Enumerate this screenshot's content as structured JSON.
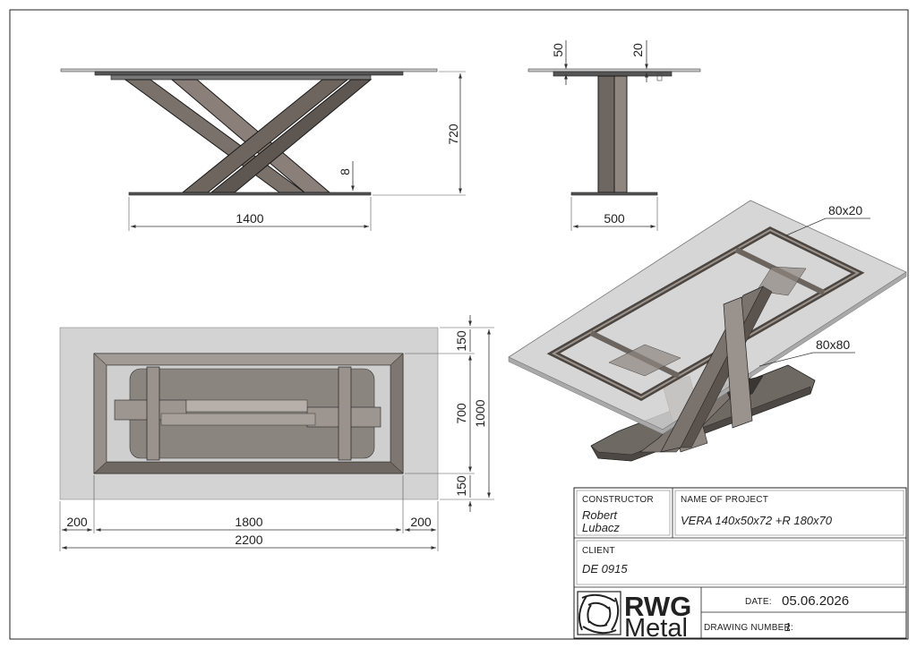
{
  "dimensions": {
    "front_height": "720",
    "front_foot": "8",
    "front_width": "1400",
    "side_top_left": "50",
    "side_top_right": "20",
    "side_width": "500",
    "plan_150_top": "150",
    "plan_700": "700",
    "plan_1000": "1000",
    "plan_150_bottom": "150",
    "plan_200_left": "200",
    "plan_1800": "1800",
    "plan_200_right": "200",
    "plan_2200": "2200",
    "iso_frame": "80x20",
    "iso_leg": "80x80"
  },
  "title_block": {
    "constructor_label": "CONSTRUCTOR",
    "constructor_line1": "Robert",
    "constructor_line2": "Lubacz",
    "project_label": "NAME OF PROJECT",
    "project_value": "VERA 140x50x72 +R 180x70",
    "client_label": "CLIENT",
    "client_value": "DE 0915",
    "date_label": "DATE:",
    "date_value": "05.06.2026",
    "drawing_number_label": "DRAWING NUMBER:",
    "drawing_number_value": "1",
    "logo_top": "RWG",
    "logo_bottom": "Metal"
  }
}
